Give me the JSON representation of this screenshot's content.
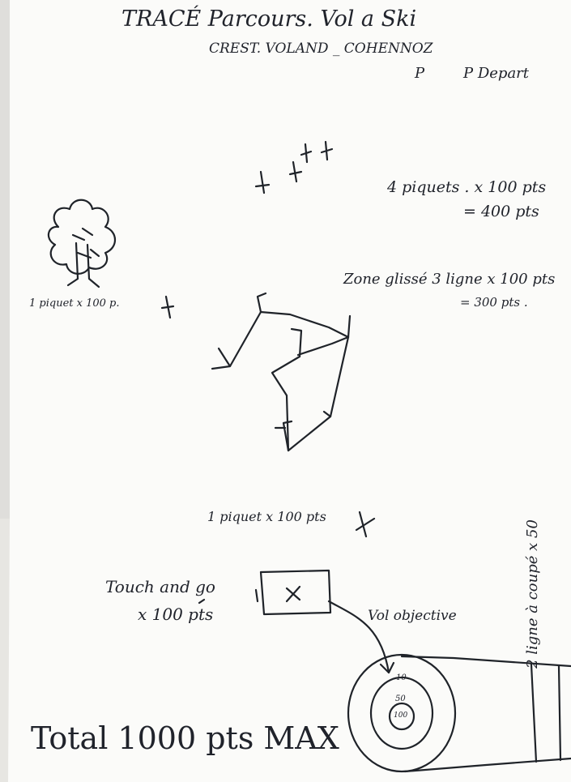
{
  "title": "TRACÉ Parcours. Vol a Ski",
  "subtitle": "CREST. VOLAND _ COHENNOZ",
  "start_marker_p": "P",
  "start_marker_depart": "P Depart",
  "four_stakes_line1": "4 piquets . x 100 pts",
  "four_stakes_line2": "= 400 pts",
  "one_stake_tree": "1 piquet x 100 p.",
  "glide_zone_line1": "Zone glissé 3 ligne x 100 pts",
  "glide_zone_line2": "= 300 pts .",
  "one_stake_middle": "1 piquet x 100 pts",
  "touch_go_line1": "Touch and go",
  "touch_go_line2": "x 100 pts",
  "vol_objective": "Vol objective",
  "side_note": "2 ligne à coupé x 50",
  "target_rings": {
    "outer": "10",
    "middle": "50",
    "inner": "100"
  },
  "total": "Total 1000 pts MAX",
  "colors": {
    "paper": "#fbfbf9",
    "ink": "#1f2329",
    "background": "#e7e6e2"
  }
}
